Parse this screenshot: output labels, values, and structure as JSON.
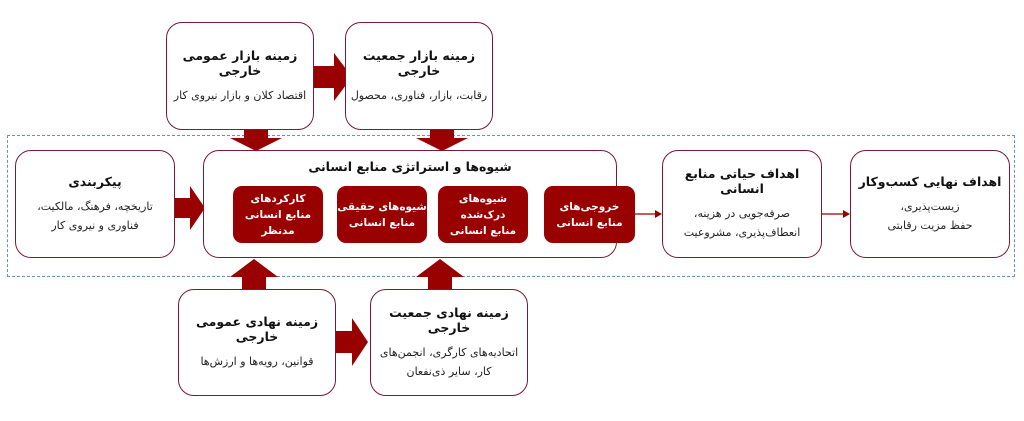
{
  "top_left": {
    "title": "زمینه بازار عمومی خارجی",
    "text": "اقتصاد کلان و بازار نیروی کار"
  },
  "top_right": {
    "title": "زمینه بازار جمعیت خارجی",
    "text": "رقابت، بازار، فناوری، محصول"
  },
  "config": {
    "title": "پیکربندی",
    "lines": [
      "تاریخچه، فرهنگ، مالکیت،",
      "فناوری و نیروی کار"
    ]
  },
  "center": {
    "title": "شیوه‌ها و استراتژی منابع انسانی",
    "steps": [
      {
        "lines": [
          "کارکردهای",
          "منابع انسانی",
          "مدنظر"
        ]
      },
      {
        "lines": [
          "شیوه‌های حقیقی",
          "منابع انسانی"
        ]
      },
      {
        "lines": [
          "شیوه‌های",
          "درک‌شده",
          "منابع انسانی"
        ]
      },
      {
        "lines": [
          "خروجی‌های",
          "منابع انسانی"
        ]
      }
    ]
  },
  "vital_goals": {
    "title": "اهداف حیاتی منابع انسانی",
    "lines": [
      "صرفه‌جویی در هزینه،",
      "انعطاف‌پذیری، مشروعیت"
    ]
  },
  "final_goals": {
    "title": "اهداف نهایی کسب‌وکار",
    "lines": [
      "زیست‌پذیری،",
      "حفظ مزیت رقابتی"
    ]
  },
  "bottom_left": {
    "title": "زمینه نهادی عمومی خارجی",
    "text": "قوانین، رویه‌ها و ارزش‌ها"
  },
  "bottom_right": {
    "title": "زمینه نهادی جمعیت خارجی",
    "lines": [
      "اتحادیه‌های کارگری، انجمن‌های",
      "کار، سایر ذی‌نفعان"
    ]
  },
  "colors": {
    "accent": "#990000",
    "border": "#7a1a33",
    "dashed": "#6f8fc0"
  }
}
